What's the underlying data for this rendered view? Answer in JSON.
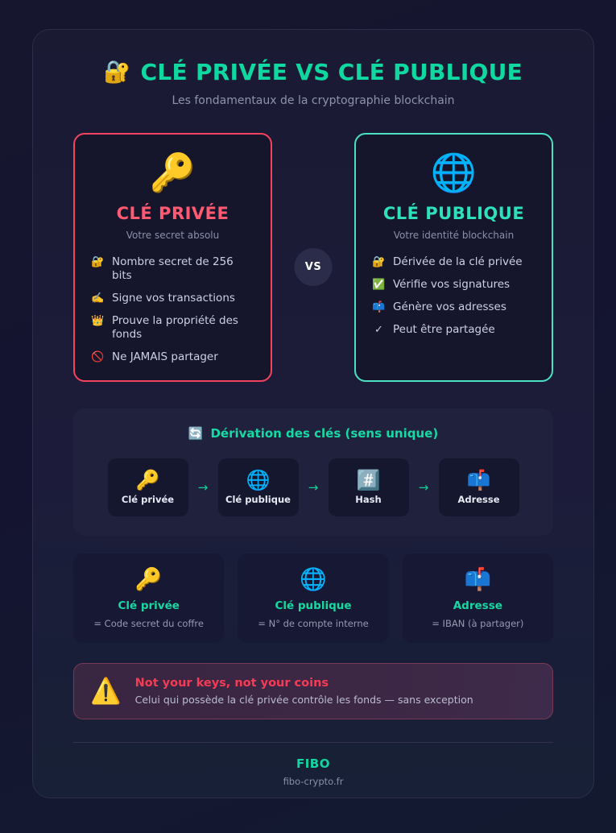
{
  "header": {
    "emoji": "🔐",
    "emoji_name": "locked-with-key-icon",
    "title": "CLÉ PRIVÉE VS CLÉ PUBLIQUE",
    "subtitle": "Les fondamentaux de la cryptographie blockchain"
  },
  "vs_badge": "VS",
  "cards": [
    {
      "emoji": "🔑",
      "emoji_name": "key-icon",
      "title": "CLÉ PRIVÉE",
      "subtitle": "Votre secret absolu",
      "accent": "#f4435f",
      "features": [
        {
          "icon": "🔐",
          "icon_name": "locked-with-key-icon",
          "text": "Nombre secret de 256 bits"
        },
        {
          "icon": "✍️",
          "icon_name": "writing-hand-icon",
          "text": "Signe vos transactions"
        },
        {
          "icon": "👑",
          "icon_name": "crown-icon",
          "text": "Prouve la propriété des fonds"
        },
        {
          "icon": "🚫",
          "icon_name": "prohibited-icon",
          "text": "Ne JAMAIS partager"
        }
      ]
    },
    {
      "emoji": "🌐",
      "emoji_name": "globe-icon",
      "title": "CLÉ PUBLIQUE",
      "subtitle": "Votre identité blockchain",
      "accent": "#4ae0c4",
      "features": [
        {
          "icon": "🔐",
          "icon_name": "locked-with-key-icon",
          "text": "Dérivée de la clé privée"
        },
        {
          "icon": "✅",
          "icon_name": "check-mark-button-icon",
          "text": "Vérifie vos signatures"
        },
        {
          "icon": "📫",
          "icon_name": "mailbox-icon",
          "text": "Génère vos adresses"
        },
        {
          "icon": "✓",
          "icon_name": "check-mark-icon",
          "text": "Peut être partagée"
        }
      ]
    }
  ],
  "derivation": {
    "emoji": "🔄",
    "emoji_name": "counterclockwise-arrows-icon",
    "title": "Dérivation des clés (sens unique)",
    "arrow": "→",
    "steps": [
      {
        "emoji": "🔑",
        "emoji_name": "key-icon",
        "label": "Clé privée"
      },
      {
        "emoji": "🌐",
        "emoji_name": "globe-icon",
        "label": "Clé publique"
      },
      {
        "emoji": "#️⃣",
        "emoji_name": "hash-icon",
        "label": "Hash"
      },
      {
        "emoji": "📫",
        "emoji_name": "mailbox-icon",
        "label": "Adresse"
      }
    ]
  },
  "analogies": [
    {
      "emoji": "🔑",
      "emoji_name": "key-icon",
      "title": "Clé privée",
      "subtitle": "= Code secret du coffre"
    },
    {
      "emoji": "🌐",
      "emoji_name": "globe-icon",
      "title": "Clé publique",
      "subtitle": "= N° de compte interne"
    },
    {
      "emoji": "📫",
      "emoji_name": "mailbox-icon",
      "title": "Adresse",
      "subtitle": "= IBAN (à partager)"
    }
  ],
  "warning": {
    "emoji": "⚠️",
    "emoji_name": "warning-icon",
    "title": "Not your keys, not your coins",
    "subtitle": "Celui qui possède la clé privée contrôle les fonds — sans exception"
  },
  "footer": {
    "brand": "FIBO",
    "url": "fibo-crypto.fr"
  }
}
